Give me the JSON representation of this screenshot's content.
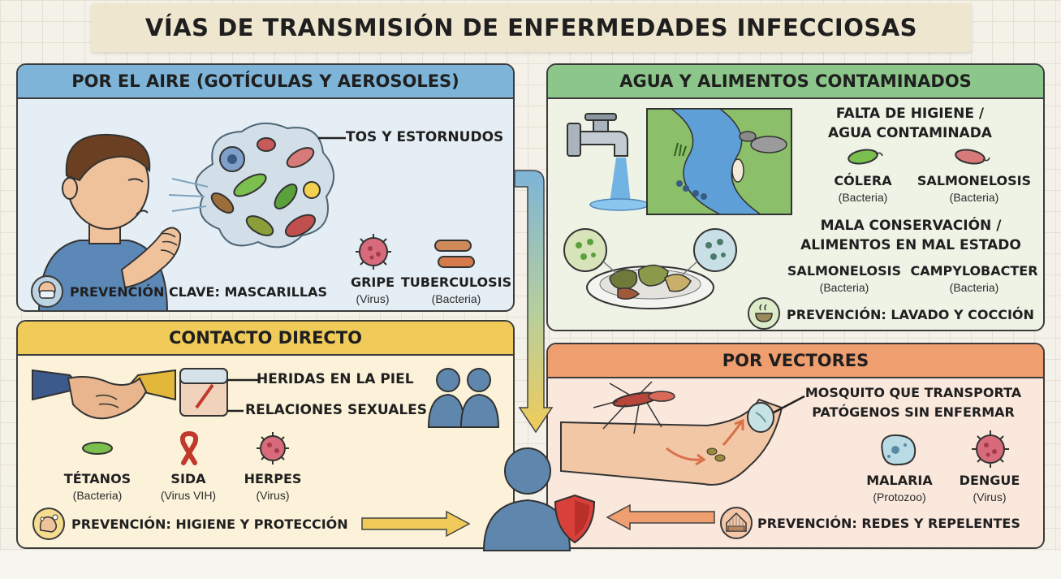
{
  "title": "VÍAS DE TRANSMISIÓN DE ENFERMEDADES INFECCIOSAS",
  "air": {
    "heading": "POR EL AIRE (GOTÍCULAS Y AEROSOLES)",
    "cough_label": "TOS Y ESTORNUDOS",
    "prevention": "PREVENCIÓN CLAVE: MASCARILLAS",
    "diseases": [
      {
        "name": "GRIPE",
        "type": "(Virus)"
      },
      {
        "name": "TUBERCULOSIS",
        "type": "(Bacteria)"
      }
    ]
  },
  "water": {
    "heading": "AGUA Y ALIMENTOS CONTAMINADOS",
    "hygiene_line1": "FALTA DE HIGIENE /",
    "hygiene_line2": "AGUA CONTAMINADA",
    "hygiene_diseases": [
      {
        "name": "CÓLERA",
        "type": "(Bacteria)"
      },
      {
        "name": "SALMONELOSIS",
        "type": "(Bacteria)"
      }
    ],
    "food_line1": "MALA CONSERVACIÓN /",
    "food_line2": "ALIMENTOS EN MAL ESTADO",
    "food_diseases": [
      {
        "name": "SALMONELOSIS",
        "type": "(Bacteria)"
      },
      {
        "name": "CAMPYLOBACTER",
        "type": "(Bacteria)"
      }
    ],
    "prevention": "PREVENCIÓN: LAVADO Y COCCIÓN"
  },
  "contact": {
    "heading": "CONTACTO DIRECTO",
    "wounds": "HERIDAS EN LA PIEL",
    "sexual": "RELACIONES SEXUALES",
    "diseases": [
      {
        "name": "TÉTANOS",
        "type": "(Bacteria)"
      },
      {
        "name": "SIDA",
        "type": "(Virus VIH)"
      },
      {
        "name": "HERPES",
        "type": "(Virus)"
      }
    ],
    "prevention": "PREVENCIÓN: HIGIENE Y PROTECCIÓN"
  },
  "vector": {
    "heading": "POR VECTORES",
    "mosquito_line1": "MOSQUITO QUE TRANSPORTA",
    "mosquito_line2": "PATÓGENOS SIN ENFERMAR",
    "diseases": [
      {
        "name": "MALARIA",
        "type": "(Protozoo)"
      },
      {
        "name": "DENGUE",
        "type": "(Virus)"
      }
    ],
    "prevention": "PREVENCIÓN: REDES Y REPELENTES"
  },
  "colors": {
    "air": "#7eb4d8",
    "water": "#8cc68a",
    "contact": "#f0cb5a",
    "vector": "#ef9e6f",
    "person": "#5f87ad",
    "shield": "#d8403a"
  }
}
